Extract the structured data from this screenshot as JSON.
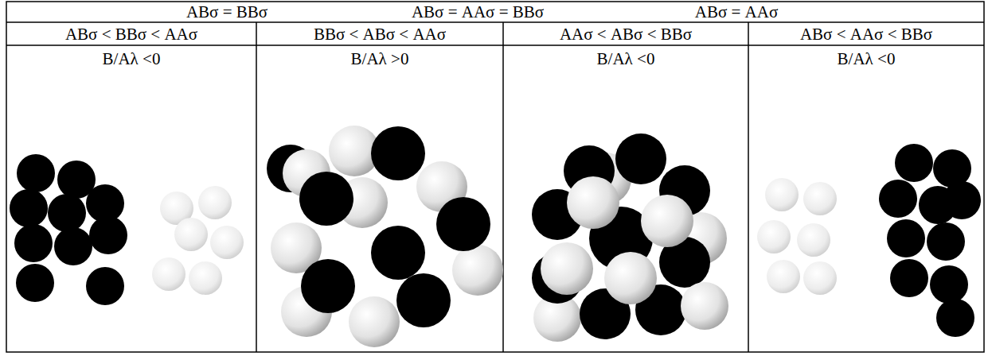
{
  "diagram": {
    "labels": [
      "ABσ = BBσ",
      "ABσ = AAσ = BBσ",
      "ABσ = AAσ",
      "ABσ < BBσ < AAσ",
      "BBσ < ABσ < AAσ",
      "AAσ < ABσ < BBσ",
      "ABσ < AAσ < BBσ",
      "B/Aλ <0",
      "B/Aλ >0",
      "B/Aλ <0",
      "B/Aλ <0"
    ]
  }
}
